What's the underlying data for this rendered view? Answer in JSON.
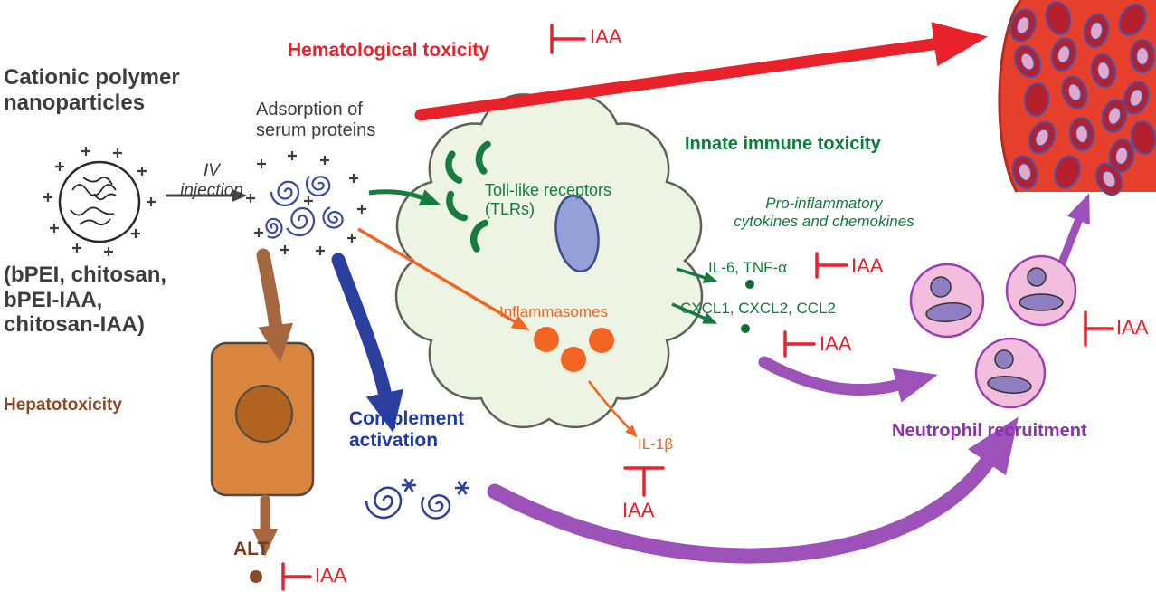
{
  "palette": {
    "red": "#e8212b",
    "green": "#0e7d3c",
    "orange": "#f26421",
    "blue": "#1f3aa8",
    "purple": "#9c52b8",
    "purple_text": "#8d2fae",
    "brown": "#a5673f",
    "brown_text": "#8a4a2a",
    "dark": "#3d3d3d",
    "cell_fill": "#eef4e4",
    "vessel_fill": "#e6402c",
    "rbc_fill": "#b5202c",
    "neutrophil_fill": "#f3bedd",
    "hepatocyte_fill": "#d9853e"
  },
  "labels": {
    "title": "Cationic polymer\nnanoparticles",
    "polymer_list": "(bPEI, chitosan,\nbPEI-IAA,\nchitosan-IAA)",
    "iv_injection": "IV\ninjection",
    "adsorption": "Adsorption of\nserum proteins",
    "hematological_toxicity": "Hematological toxicity",
    "innate_immune_toxicity": "Innate immune toxicity",
    "toll_like_receptors": "Toll-like receptors\n(TLRs)",
    "inflammasomes": "Inflammasomes",
    "proinflammatory": "Pro-inflammatory\ncytokines and chemokines",
    "il6_tnf": "IL-6, TNF-α",
    "chemokines": "CXCL1, CXCL2, CCL2",
    "il1b": "IL-1β",
    "hepatotoxicity": "Hepatotoxicity",
    "alt": "ALT",
    "complement_activation": "Complement\nactivation",
    "neutrophil_recruitment": "Neutrophil recruitment",
    "iaa": "IAA"
  }
}
